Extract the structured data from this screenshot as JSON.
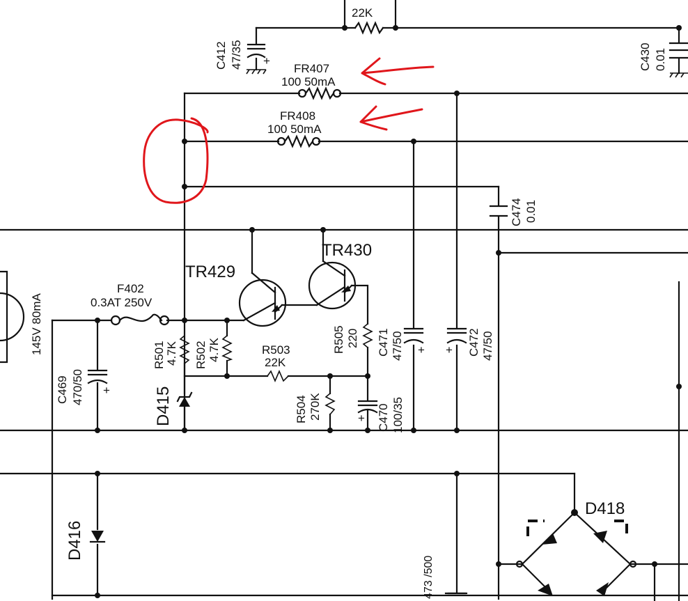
{
  "labels": {
    "r_top_value": "22K",
    "c412_name": "C412",
    "c412_value": "47/35",
    "fr407_name": "FR407",
    "fr407_value": "100 50mA",
    "fr408_name": "FR408",
    "fr408_value": "100 50mA",
    "c430_name": "C430",
    "c430_value": "0.01",
    "c474_name": "C474",
    "c474_value": "0.01",
    "tr429_name": "TR429",
    "tr430_name": "TR430",
    "f402_name": "F402",
    "f402_value": "0.3AT 250V",
    "lamp_value": "145V 80mA",
    "c469_name": "C469",
    "c469_value": "470/50",
    "r501_name": "R501",
    "r501_value": "4.7K",
    "r502_name": "R502",
    "r502_value": "4.7K",
    "r503_name": "R503",
    "r503_value": "22K",
    "r504_name": "R504",
    "r504_value": "270K",
    "r505_name": "R505",
    "r505_value": "220",
    "c470_name": "C470",
    "c470_value": "100/35",
    "c471_name": "C471",
    "c471_value": "47/50",
    "c472_name": "C472",
    "c472_value": "47/50",
    "d415_name": "D415",
    "d416_name": "D416",
    "d418_name": "D418",
    "c473_value": "473 /500",
    "plus": "+"
  },
  "colors": {
    "ink": "#111111",
    "annotation": "#e0161b",
    "paper": "#ffffff"
  }
}
